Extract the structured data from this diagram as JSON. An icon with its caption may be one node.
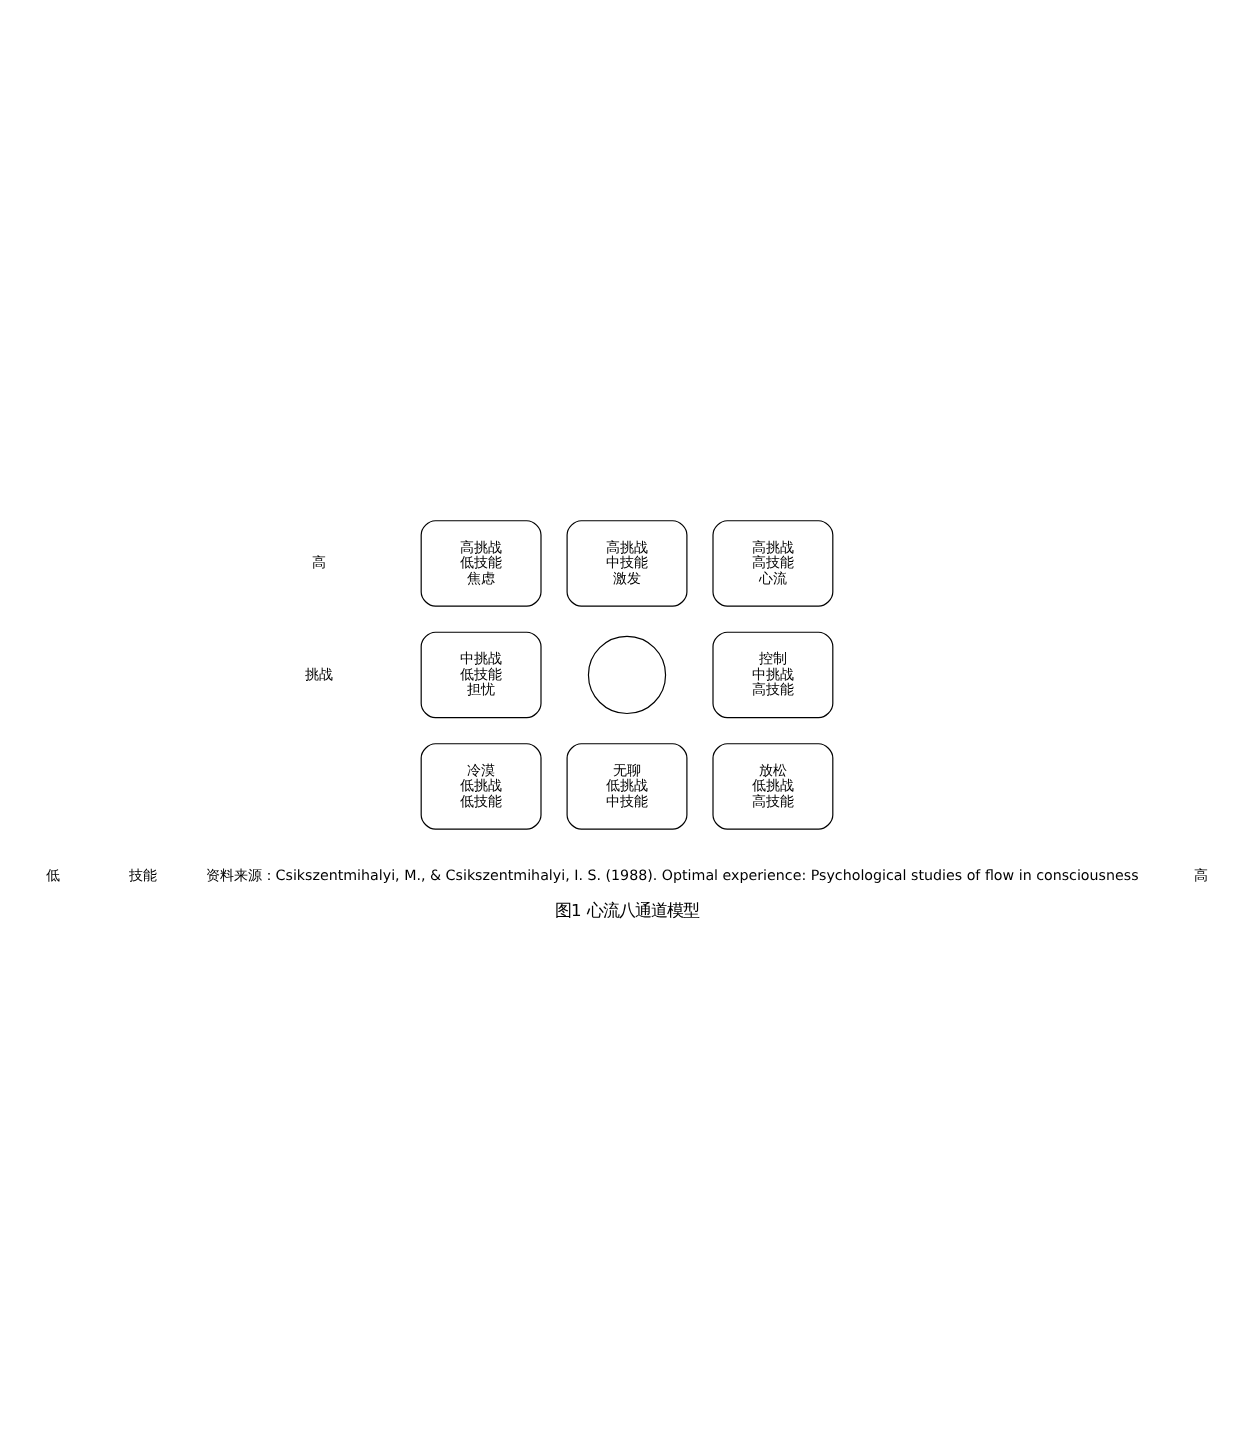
{
  "diagram": {
    "caption": "图1 心流八通道模型",
    "nodes": [
      {
        "text": [
          "高挑战",
          "中技能",
          "激发"
        ]
      },
      {
        "text": [
          "高挑战",
          "低技能",
          "焦虑"
        ]
      },
      {
        "text": [
          "高挑战",
          "高技能",
          "心流"
        ]
      },
      {
        "text": [
          "中挑战",
          "低技能",
          "担忧"
        ]
      },
      {
        "text": [],
        "shape": "circle"
      },
      {
        "text": [
          "控制",
          "中挑战",
          "高技能"
        ]
      },
      {
        "text": [
          "冷漠",
          "低挑战",
          "低技能"
        ]
      },
      {
        "text": [
          "放松",
          "低挑战",
          "高技能"
        ]
      },
      {
        "text": [
          "无聊",
          "低挑战",
          "中技能"
        ]
      }
    ],
    "edges": [],
    "labels": [
      "高",
      "挑战",
      "低",
      "技能",
      "高",
      "资料来源：Csikszentmihalyi, M., & Csikszentmihalyi, I. S. (1988). Optimal experience: Psychological studies of flow in consciousness"
    ]
  }
}
